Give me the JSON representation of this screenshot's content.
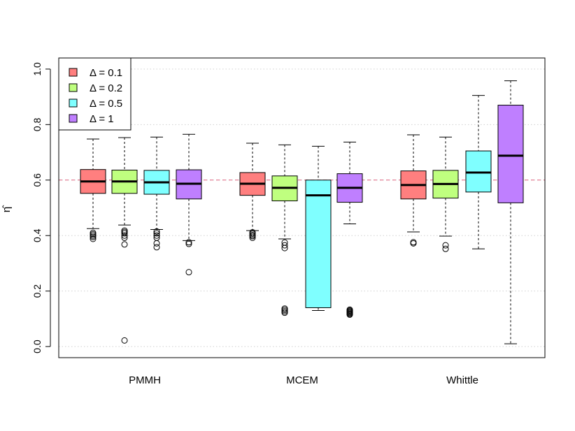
{
  "chart_data": {
    "type": "box",
    "title": "",
    "xlabel": "",
    "ylabel": "η̂",
    "ylim": [
      -0.04,
      1.04
    ],
    "yticks": [
      "0.0",
      "0.2",
      "0.4",
      "0.6",
      "0.8",
      "1.0"
    ],
    "grid": "horizontal-dotted",
    "reference_line": {
      "y": 0.6,
      "style": "dashed",
      "color": "#e0607e"
    },
    "legend": {
      "position": "top-left",
      "entries": [
        {
          "label": "Δ = 0.1",
          "color": "#ff7f7f"
        },
        {
          "label": "Δ = 0.2",
          "color": "#bfff7f"
        },
        {
          "label": "Δ = 0.5",
          "color": "#7fffff"
        },
        {
          "label": "Δ = 1",
          "color": "#bf7fff"
        }
      ]
    },
    "groups": [
      "PMMH",
      "MCEM",
      "Whittle"
    ],
    "series": [
      {
        "name": "Δ = 0.1",
        "color": "#ff7f7f",
        "boxes": [
          {
            "group": "PMMH",
            "whisker_low": 0.425,
            "q1": 0.552,
            "median": 0.595,
            "q3": 0.638,
            "whisker_high": 0.748,
            "outliers": [
              0.388,
              0.395,
              0.4,
              0.405,
              0.41
            ]
          },
          {
            "group": "MCEM",
            "whisker_low": 0.418,
            "q1": 0.545,
            "median": 0.587,
            "q3": 0.627,
            "whisker_high": 0.733,
            "outliers": [
              0.392,
              0.398,
              0.402,
              0.407,
              0.412
            ]
          },
          {
            "group": "Whittle",
            "whisker_low": 0.413,
            "q1": 0.532,
            "median": 0.582,
            "q3": 0.633,
            "whisker_high": 0.763,
            "outliers": [
              0.372,
              0.376
            ]
          }
        ]
      },
      {
        "name": "Δ = 0.2",
        "color": "#bfff7f",
        "boxes": [
          {
            "group": "PMMH",
            "whisker_low": 0.438,
            "q1": 0.552,
            "median": 0.595,
            "q3": 0.636,
            "whisker_high": 0.753,
            "outliers": [
              0.022,
              0.368,
              0.392,
              0.4,
              0.408,
              0.413,
              0.418
            ]
          },
          {
            "group": "MCEM",
            "whisker_low": 0.388,
            "q1": 0.525,
            "median": 0.572,
            "q3": 0.615,
            "whisker_high": 0.727,
            "outliers": [
              0.122,
              0.127,
              0.132,
              0.137,
              0.355,
              0.365,
              0.375
            ]
          },
          {
            "group": "Whittle",
            "whisker_low": 0.398,
            "q1": 0.535,
            "median": 0.586,
            "q3": 0.635,
            "whisker_high": 0.755,
            "outliers": [
              0.352,
              0.365
            ]
          }
        ]
      },
      {
        "name": "Δ = 0.5",
        "color": "#7fffff",
        "boxes": [
          {
            "group": "PMMH",
            "whisker_low": 0.422,
            "q1": 0.549,
            "median": 0.592,
            "q3": 0.635,
            "whisker_high": 0.755,
            "outliers": [
              0.358,
              0.372,
              0.392,
              0.4,
              0.408,
              0.415
            ]
          },
          {
            "group": "MCEM",
            "whisker_low": 0.13,
            "q1": 0.14,
            "median": 0.545,
            "q3": 0.6,
            "whisker_high": 0.722,
            "outliers": []
          },
          {
            "group": "Whittle",
            "whisker_low": 0.352,
            "q1": 0.557,
            "median": 0.627,
            "q3": 0.705,
            "whisker_high": 0.905,
            "outliers": []
          }
        ]
      },
      {
        "name": "Δ = 1",
        "color": "#bf7fff",
        "boxes": [
          {
            "group": "PMMH",
            "whisker_low": 0.382,
            "q1": 0.532,
            "median": 0.587,
            "q3": 0.637,
            "whisker_high": 0.765,
            "outliers": [
              0.268,
              0.37,
              0.376
            ]
          },
          {
            "group": "MCEM",
            "whisker_low": 0.442,
            "q1": 0.52,
            "median": 0.572,
            "q3": 0.623,
            "whisker_high": 0.737,
            "outliers": [
              0.115,
              0.118,
              0.121,
              0.124,
              0.127,
              0.13,
              0.133
            ]
          },
          {
            "group": "Whittle",
            "whisker_low": 0.01,
            "q1": 0.518,
            "median": 0.688,
            "q3": 0.87,
            "whisker_high": 0.958,
            "outliers": []
          }
        ]
      }
    ]
  }
}
